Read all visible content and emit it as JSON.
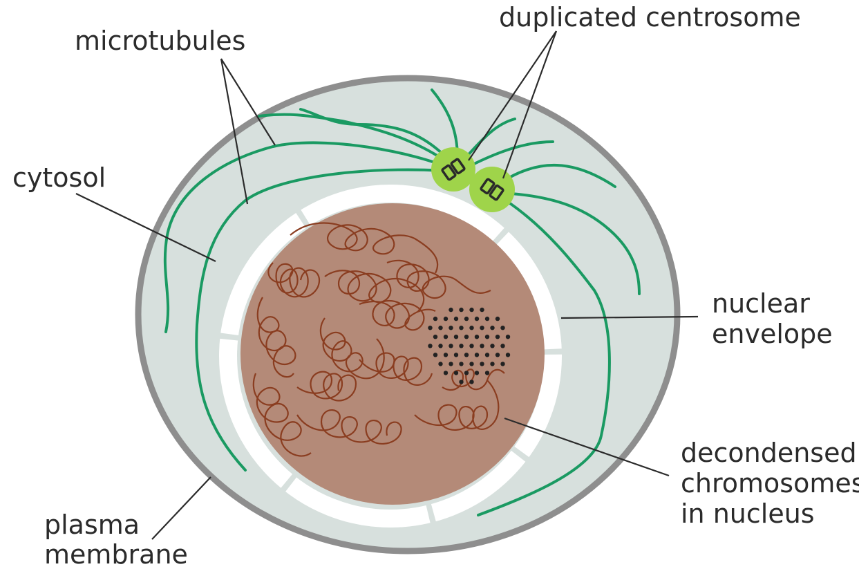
{
  "labels": {
    "duplicated_centrosome": "duplicated centrosome",
    "microtubules": "microtubules",
    "cytosol": "cytosol",
    "nuclear_envelope_line1": "nuclear",
    "nuclear_envelope_line2": "envelope",
    "chromosomes_line1": "decondensed",
    "chromosomes_line2": "chromosomes",
    "chromosomes_line3": "in nucleus",
    "plasma_membrane_line1": "plasma",
    "plasma_membrane_line2": "membrane"
  },
  "colors": {
    "cytosol": "#d7e0dd",
    "plasma_membrane": "#8e8e8e",
    "nucleus": "#b48a78",
    "nuclear_envelope": "#ffffff",
    "microtubule": "#1a9a62",
    "centrosome": "#9fd44a",
    "chromosome": "#8a3d20",
    "nucleolus": "#222222"
  }
}
